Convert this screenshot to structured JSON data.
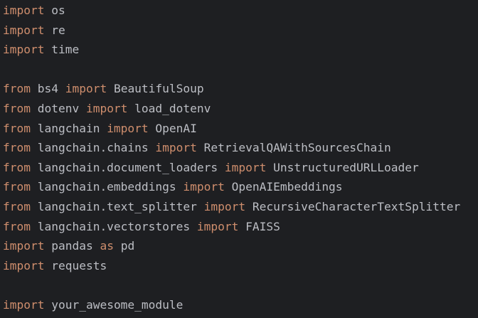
{
  "editor": {
    "lines": [
      [
        {
          "t": "import",
          "k": "kw"
        },
        {
          "t": " os",
          "k": "id"
        }
      ],
      [
        {
          "t": "import",
          "k": "kw"
        },
        {
          "t": " re",
          "k": "id"
        }
      ],
      [
        {
          "t": "import",
          "k": "kw"
        },
        {
          "t": " time",
          "k": "id"
        }
      ],
      [],
      [
        {
          "t": "from",
          "k": "kw"
        },
        {
          "t": " bs4 ",
          "k": "id"
        },
        {
          "t": "import",
          "k": "kw"
        },
        {
          "t": " BeautifulSoup",
          "k": "id"
        }
      ],
      [
        {
          "t": "from",
          "k": "kw"
        },
        {
          "t": " dotenv ",
          "k": "id"
        },
        {
          "t": "import",
          "k": "kw"
        },
        {
          "t": " load_dotenv",
          "k": "id"
        }
      ],
      [
        {
          "t": "from",
          "k": "kw"
        },
        {
          "t": " langchain ",
          "k": "id"
        },
        {
          "t": "import",
          "k": "kw"
        },
        {
          "t": " OpenAI",
          "k": "id"
        }
      ],
      [
        {
          "t": "from",
          "k": "kw"
        },
        {
          "t": " langchain.chains ",
          "k": "id"
        },
        {
          "t": "import",
          "k": "kw"
        },
        {
          "t": " RetrievalQAWithSourcesChain",
          "k": "id"
        }
      ],
      [
        {
          "t": "from",
          "k": "kw"
        },
        {
          "t": " langchain.document_loaders ",
          "k": "id"
        },
        {
          "t": "import",
          "k": "kw"
        },
        {
          "t": " UnstructuredURLLoader",
          "k": "id"
        }
      ],
      [
        {
          "t": "from",
          "k": "kw"
        },
        {
          "t": " langchain.embeddings ",
          "k": "id"
        },
        {
          "t": "import",
          "k": "kw"
        },
        {
          "t": " OpenAIEmbeddings",
          "k": "id"
        }
      ],
      [
        {
          "t": "from",
          "k": "kw"
        },
        {
          "t": " langchain.text_splitter ",
          "k": "id"
        },
        {
          "t": "import",
          "k": "kw"
        },
        {
          "t": " RecursiveCharacterTextSplitter",
          "k": "id"
        }
      ],
      [
        {
          "t": "from",
          "k": "kw"
        },
        {
          "t": " langchain.vectorstores ",
          "k": "id"
        },
        {
          "t": "import",
          "k": "kw"
        },
        {
          "t": " FAISS",
          "k": "id"
        }
      ],
      [
        {
          "t": "import",
          "k": "kw"
        },
        {
          "t": " pandas ",
          "k": "id"
        },
        {
          "t": "as",
          "k": "kw"
        },
        {
          "t": " pd",
          "k": "id"
        }
      ],
      [
        {
          "t": "import",
          "k": "kw"
        },
        {
          "t": " requests",
          "k": "id"
        }
      ],
      [],
      [
        {
          "t": "import",
          "k": "kw"
        },
        {
          "t": " your_awesome_module",
          "k": "id"
        }
      ]
    ]
  },
  "colors": {
    "background": "#1e1f22",
    "keyword": "#cf8e6d",
    "identifier": "#bcbec4"
  }
}
